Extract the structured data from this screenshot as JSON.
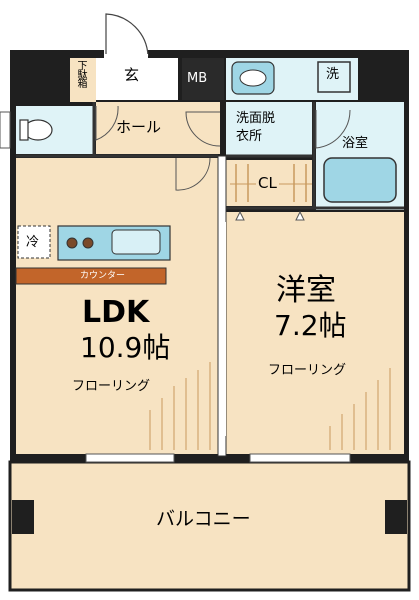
{
  "floor_plan": {
    "rooms": {
      "ldk": {
        "name": "LDK",
        "size": "10.9帖",
        "floor": "フローリング"
      },
      "western_room": {
        "name": "洋室",
        "size": "7.2帖",
        "floor": "フローリング"
      },
      "entrance": "玄",
      "shoe_box": "下駄箱",
      "meter_box": "MB",
      "hall": "ホール",
      "washroom": "洗面脱衣所",
      "washroom_line1": "洗面脱",
      "washroom_line2": "衣所",
      "washer": "洗",
      "bathroom": "浴室",
      "closet": "CL",
      "fridge": "冷",
      "counter": "カウンター",
      "balcony": "バルコニー"
    },
    "colors": {
      "floor": "#f7e3c2",
      "wet_area": "#dff3f7",
      "wall": "#1f1f1f",
      "counter": "#c2652a",
      "fixture_blue": "#9fd6e5",
      "wood_line": "#c89a5e"
    }
  }
}
